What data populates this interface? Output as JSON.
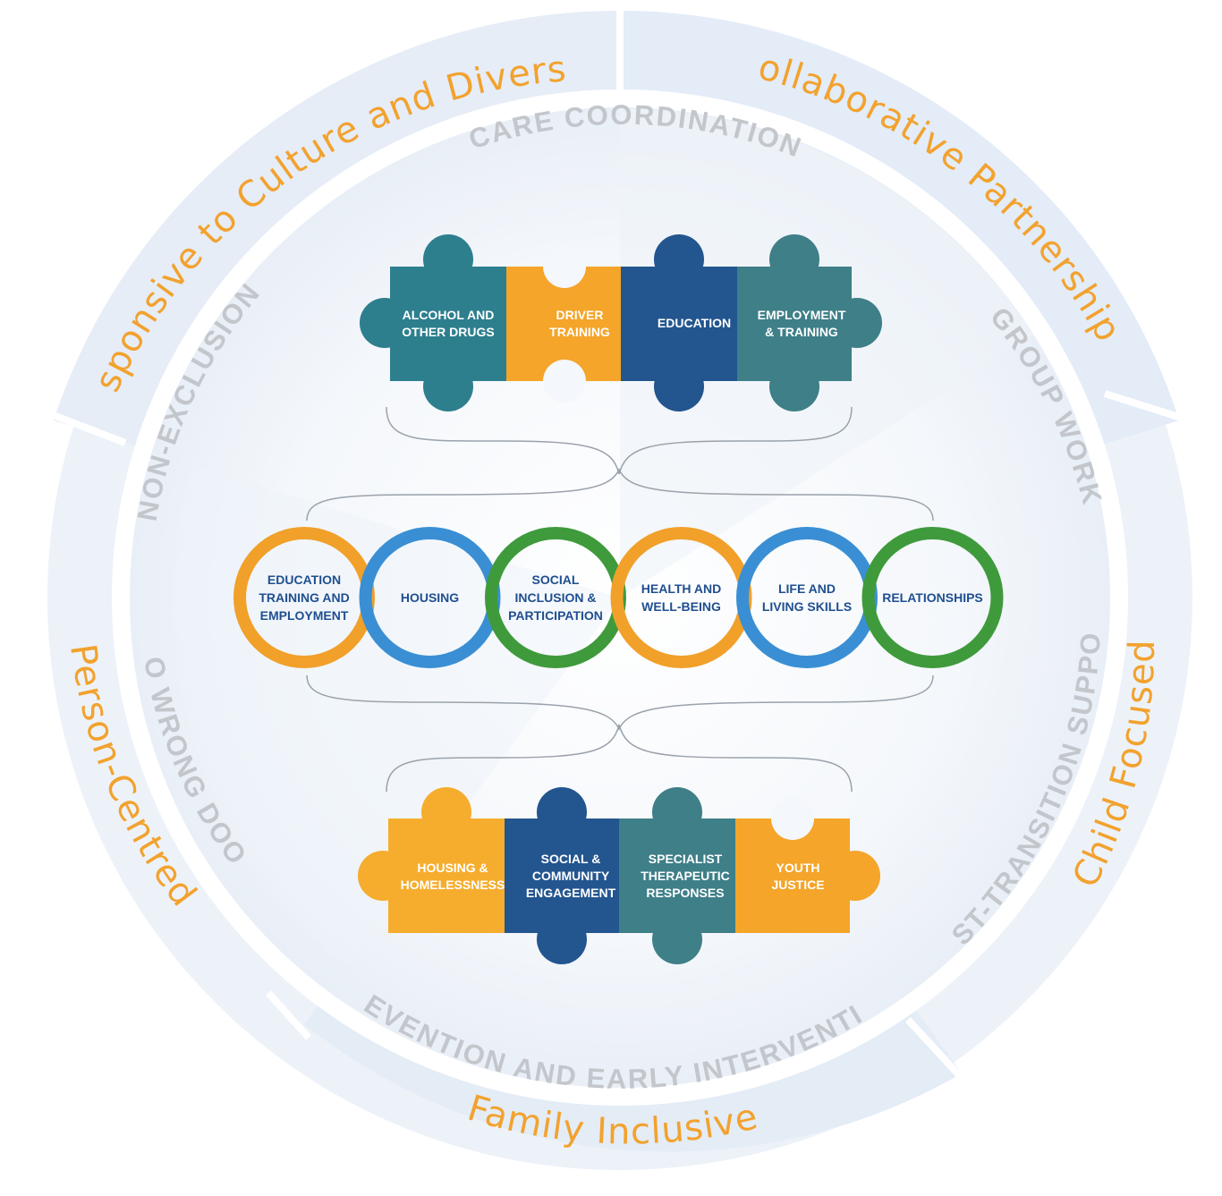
{
  "outer_ring": {
    "top_left": "Responsive to Culture and Diversity",
    "top_right": "Collaborative Partnerships",
    "right": "Child Focused",
    "bottom": "Family Inclusive",
    "left": "Person-Centred"
  },
  "inner_ring": {
    "top": "CARE COORDINATION",
    "top_right": "GROUP WORK",
    "right": "POST-TRANSITION SUPPORT",
    "bottom": "PREVENTION AND EARLY INTERVENTION",
    "left_lower": "NO WRONG DOOR",
    "left_upper": "NON-EXCLUSION"
  },
  "top_puzzle": [
    {
      "lines": [
        "ALCOHOL AND",
        "OTHER DRUGS"
      ],
      "color": "#2d7f8e"
    },
    {
      "lines": [
        "DRIVER",
        "TRAINING"
      ],
      "color": "#f4a52a"
    },
    {
      "lines": [
        "EDUCATION"
      ],
      "color": "#23558f"
    },
    {
      "lines": [
        "EMPLOYMENT",
        "& TRAINING"
      ],
      "color": "#3e7f88"
    }
  ],
  "rings": [
    {
      "lines": [
        "EDUCATION",
        "TRAINING AND",
        "EMPLOYMENT"
      ],
      "color": "#f1a02a"
    },
    {
      "lines": [
        "HOUSING"
      ],
      "color": "#3a8fd4"
    },
    {
      "lines": [
        "SOCIAL",
        "INCLUSION &",
        "PARTICIPATION"
      ],
      "color": "#3f9a3c"
    },
    {
      "lines": [
        "HEALTH AND",
        "WELL-BEING"
      ],
      "color": "#f1a02a"
    },
    {
      "lines": [
        "LIFE AND",
        "LIVING SKILLS"
      ],
      "color": "#3a8fd4"
    },
    {
      "lines": [
        "RELATIONSHIPS"
      ],
      "color": "#3f9a3c"
    }
  ],
  "bottom_puzzle": [
    {
      "lines": [
        "HOUSING &",
        "HOMELESSNESS"
      ],
      "color": "#f6ad2e"
    },
    {
      "lines": [
        "SOCIAL &",
        "COMMUNITY",
        "ENGAGEMENT"
      ],
      "color": "#23558f"
    },
    {
      "lines": [
        "SPECIALIST",
        "THERAPEUTIC",
        "RESPONSES"
      ],
      "color": "#3e7f88"
    },
    {
      "lines": [
        "YOUTH",
        "JUSTICE"
      ],
      "color": "#f4a52a"
    }
  ]
}
